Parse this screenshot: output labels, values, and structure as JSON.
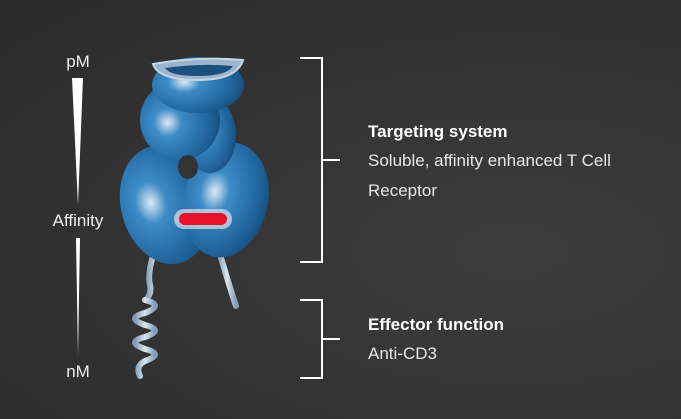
{
  "affinity_scale": {
    "top": "pM",
    "middle": "Affinity",
    "bottom": "nM"
  },
  "targeting": {
    "title": "Targeting system",
    "lines": [
      "Soluble, affinity enhanced T Cell",
      "Receptor"
    ]
  },
  "effector": {
    "title": "Effector function",
    "lines": [
      "Anti-CD3"
    ]
  },
  "colors": {
    "protein": "#2a6fa8",
    "marker": "#e8102a",
    "background": "#333333"
  }
}
